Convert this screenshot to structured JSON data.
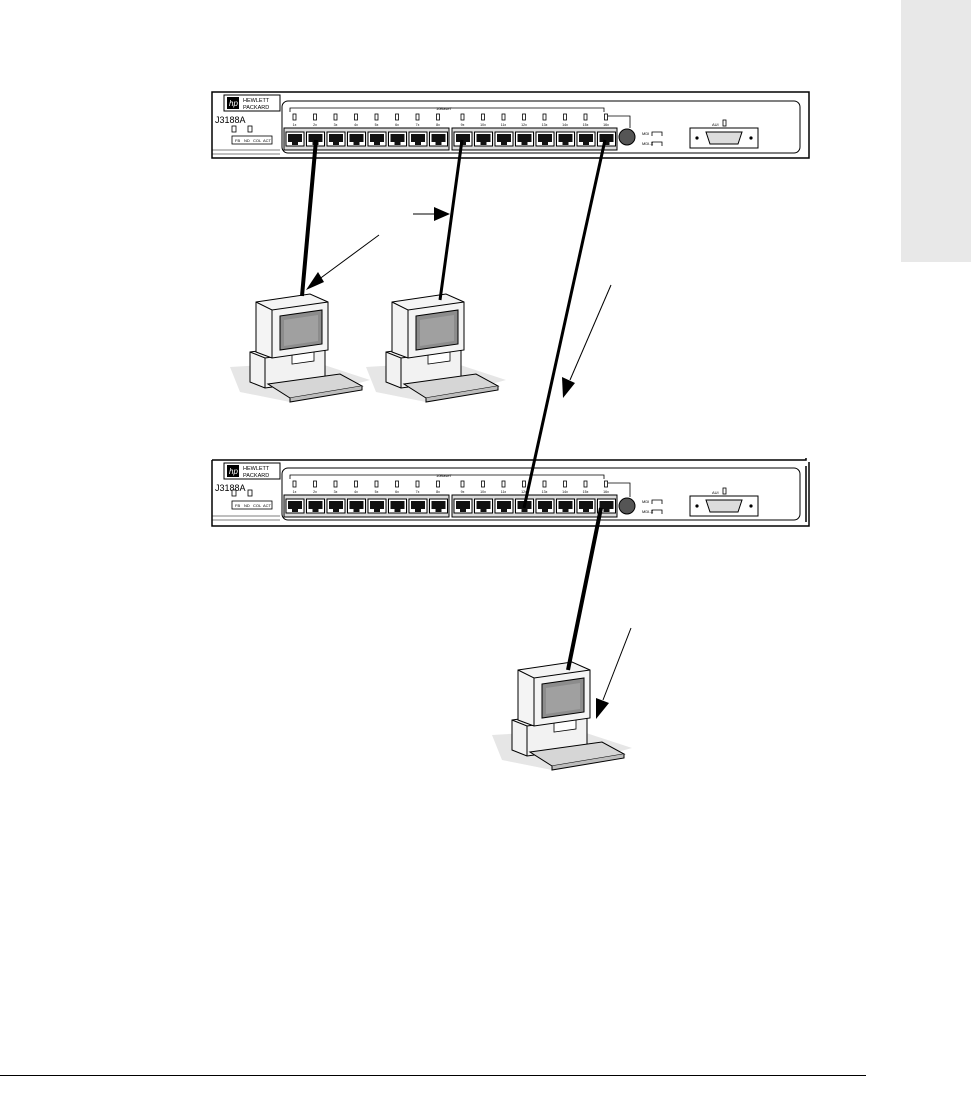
{
  "side_tab": {
    "color": "#e8e8e8"
  },
  "hub_top": {
    "brand_line1": "HEWLETT",
    "brand_line2": "PACKARD",
    "model": "J3188A",
    "status_labels": [
      "FB",
      "ND",
      "COL",
      "ACT"
    ],
    "ports_label": "10BaseT",
    "port_numbers": [
      "1x",
      "2x",
      "3x",
      "4x",
      "5x",
      "6x",
      "7x",
      "8x",
      "9x",
      "10x",
      "11x",
      "12x",
      "13x",
      "14x",
      "15x",
      "16x"
    ],
    "mdi_labels": [
      "MDI",
      "MDI-X"
    ],
    "aui_label": "AUI"
  },
  "hub_bottom": {
    "brand_line1": "HEWLETT",
    "brand_line2": "PACKARD",
    "model": "J3188A",
    "status_labels": [
      "FB",
      "ND",
      "COL",
      "ACT"
    ],
    "ports_label": "10BaseT",
    "port_numbers": [
      "1x",
      "2x",
      "3x",
      "4x",
      "5x",
      "6x",
      "7x",
      "8x",
      "9x",
      "10x",
      "11x",
      "12x",
      "13x",
      "14x",
      "15x",
      "16x"
    ],
    "mdi_labels": [
      "MDI",
      "MDI-X"
    ],
    "aui_label": "AUI"
  },
  "computers": [
    {
      "icon": "desktop-computer-icon"
    },
    {
      "icon": "desktop-computer-icon"
    },
    {
      "icon": "desktop-computer-icon"
    }
  ],
  "colors": {
    "line": "#000000",
    "panel_shade": "#dcdcdc",
    "screen": "#8c8c8c",
    "tab": "#e8e8e8"
  }
}
